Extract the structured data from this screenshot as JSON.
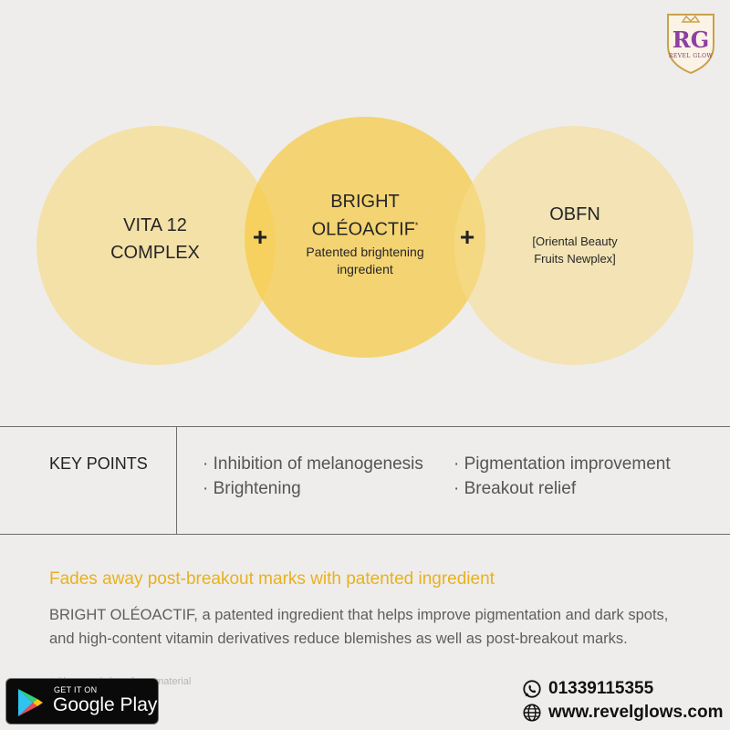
{
  "logo": {
    "monogram": "RG",
    "brand": "REVEL GLOW"
  },
  "venn": {
    "left": {
      "line1": "VITA 12",
      "line2": "COMPLEX"
    },
    "middle": {
      "title1": "BRIGHT",
      "title2": "OLÉOACTIF",
      "mark": "*",
      "sub1": "Patented brightening",
      "sub2": "ingredient"
    },
    "right": {
      "title": "OBFN",
      "sub1": "[Oriental Beauty",
      "sub2": "Fruits Newplex]"
    },
    "plus": "+"
  },
  "key_points": {
    "title": "KEY POINTS",
    "items": [
      "· Inhibition of melanogenesis",
      "· Brightening",
      "· Pigmentation improvement",
      "· Breakout relief"
    ]
  },
  "headline": "Fades away post-breakout marks with patented ingredient",
  "description": {
    "line1": "BRIGHT OLÉOACTIF, a patented ingredient that helps improve pigmentation and dark spots,",
    "line2": "and high-content vitamin derivatives reduce blemishes as well as post-breakout marks."
  },
  "footnote": "* Characteristics of raw material",
  "google_play": {
    "small": "GET IT ON",
    "big": "Google Play"
  },
  "contact": {
    "phone": "01339115355",
    "website": "www.revelglows.com"
  },
  "colors": {
    "accent": "#e8b11e",
    "circle_light": "#f7dd8e",
    "circle_mid": "#f6ca42"
  }
}
